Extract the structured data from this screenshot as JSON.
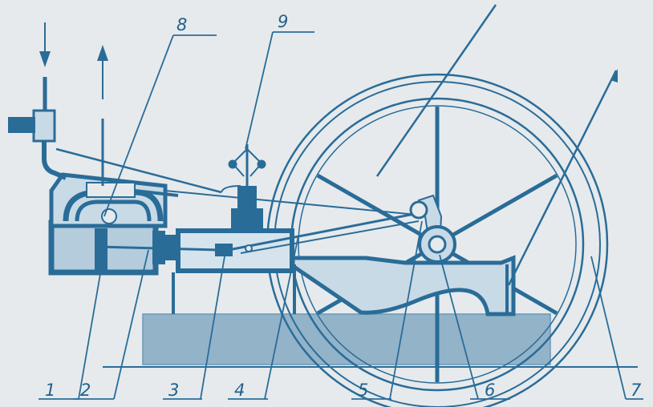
{
  "figure": {
    "colors": {
      "background": "#e6eaec",
      "line": "#2a6c98",
      "fill_light": "#c8dae6",
      "base": "#93b3c9",
      "label": "#23608c"
    },
    "labels": [
      {
        "id": "l1",
        "text": "1"
      },
      {
        "id": "l2",
        "text": "2"
      },
      {
        "id": "l3",
        "text": "3"
      },
      {
        "id": "l4",
        "text": "4"
      },
      {
        "id": "l5",
        "text": "5"
      },
      {
        "id": "l6",
        "text": "6"
      },
      {
        "id": "l7",
        "text": "7"
      },
      {
        "id": "l8",
        "text": "8"
      },
      {
        "id": "l9",
        "text": "9"
      }
    ]
  }
}
